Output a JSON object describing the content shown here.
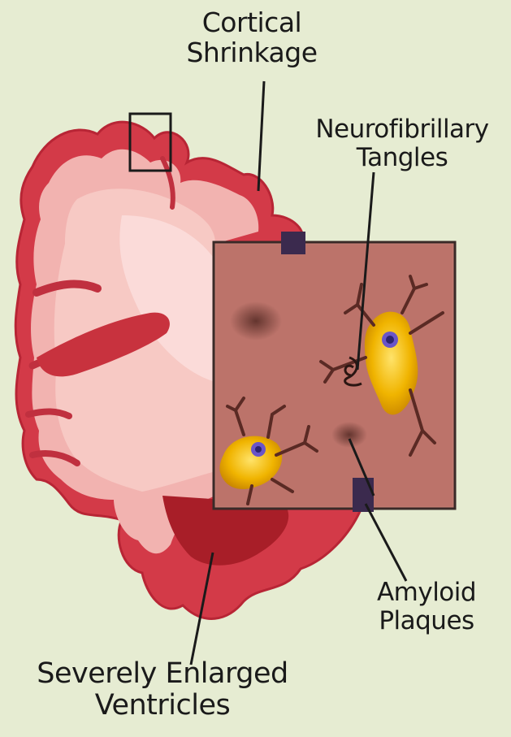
{
  "labels": {
    "cortical": {
      "line1": "Cortical",
      "line2": "Shrinkage"
    },
    "tangles": {
      "line1": "Neurofibrillary",
      "line2": "Tangles"
    },
    "plaques": {
      "line1": "Amyloid",
      "line2": "Plaques"
    },
    "ventricles": {
      "line1": "Severely Enlarged",
      "line2": "Ventricles"
    }
  },
  "colors": {
    "background": "#e6ecd2",
    "cortex_outer": "#d33a48",
    "cortex_inner": "#f2b3b0",
    "white_matter": "#f7c9c4",
    "ventricle": "#a81e28",
    "inset_fill": "#c07a70",
    "neuron": "#f0b400",
    "plaque": "#3b2a4e"
  }
}
